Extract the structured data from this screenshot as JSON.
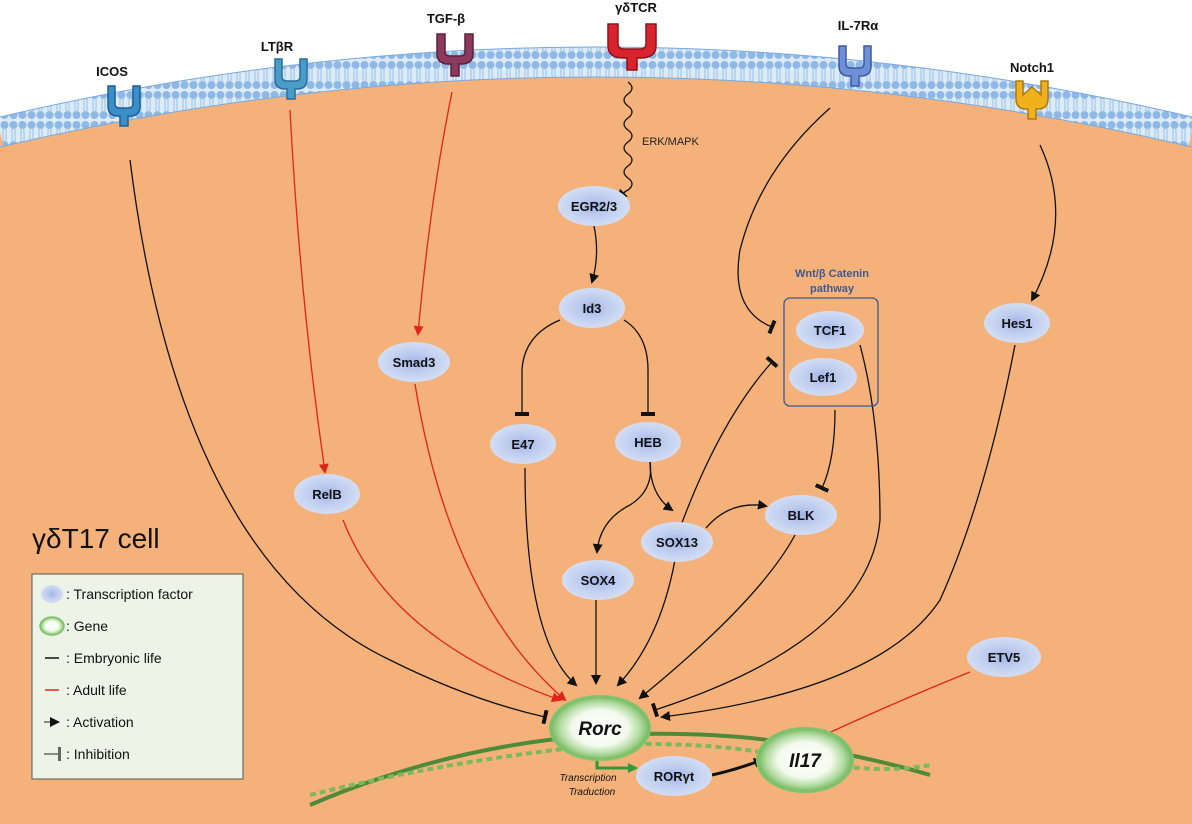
{
  "receptors": [
    {
      "label": "ICOS",
      "color": "#3b8fc9"
    },
    {
      "label": "LTβR",
      "color": "#4a9cc8"
    },
    {
      "label": "TGF-β",
      "color": "#8b3a5c"
    },
    {
      "label": "γδTCR",
      "color": "#d9232e"
    },
    {
      "label": "IL-7Rα",
      "color": "#6f8fd6"
    },
    {
      "label": "Notch1",
      "color": "#f0b21c"
    }
  ],
  "pathway_label": "ERK/MAPK",
  "transcription_factors": {
    "egr": "EGR2/3",
    "id3": "Id3",
    "smad3": "Smad3",
    "e47": "E47",
    "heb": "HEB",
    "relb": "RelB",
    "sox13": "SOX13",
    "sox4": "SOX4",
    "blk": "BLK",
    "tcf1": "TCF1",
    "lef1": "Lef1",
    "hes1": "Hes1",
    "etv5": "ETV5",
    "rorgt": "RORγt"
  },
  "wnt_box": {
    "line1": "Wnt/β Catenin",
    "line2": "pathway"
  },
  "genes": {
    "rorc": "Rorc",
    "il17": "Il17"
  },
  "process": {
    "line1": "Transcription",
    "line2": "Traduction"
  },
  "cell_title": "γδT17 cell",
  "legend": [
    {
      "symbol": "tf",
      "label": ": Transcription factor"
    },
    {
      "symbol": "gene",
      "label": ": Gene"
    },
    {
      "symbol": "black-line",
      "label": ": Embryonic life"
    },
    {
      "symbol": "red-line",
      "label": ": Adult life"
    },
    {
      "symbol": "activation",
      "label": ": Activation"
    },
    {
      "symbol": "inhibition",
      "label": ": Inhibition"
    }
  ],
  "colors": {
    "cytoplasm": "#f4b27a",
    "membrane": "#b8d4ef",
    "tf_fill": "#c9d6f0",
    "embryonic": "#111111",
    "adult": "#e0241b",
    "gene_green": "#7fc46d",
    "legend_bg": "#eef3e7"
  }
}
